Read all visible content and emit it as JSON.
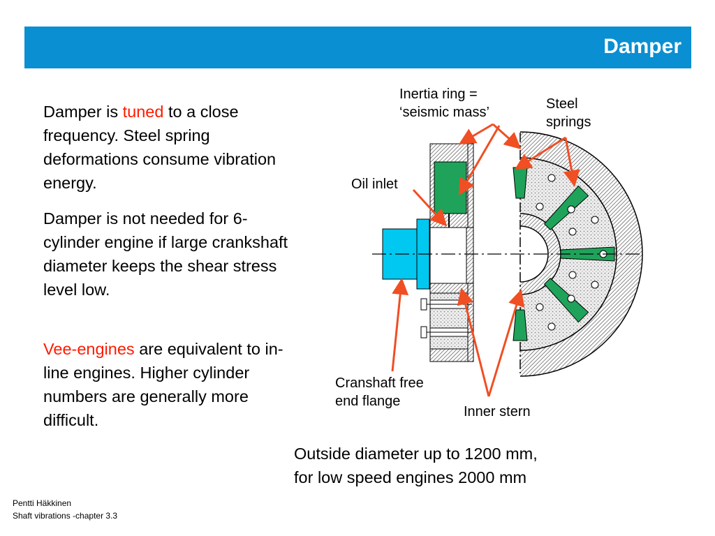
{
  "header": {
    "title": "Damper"
  },
  "body": {
    "p1": {
      "before": "Damper is ",
      "highlight": "tuned",
      "after": " to a close frequency. Steel spring deformations consume vibration energy."
    },
    "p2": "Damper is not needed for 6-cylinder engine if large crankshaft diameter keeps the shear stress level low.",
    "p3": {
      "highlight": "Vee-engines",
      "after": " are equivalent to in-line engines. Higher cylinder numbers are generally more difficult."
    }
  },
  "diagram": {
    "labels": {
      "inertia_ring_line1": "Inertia ring =",
      "inertia_ring_line2": "‘seismic mass’",
      "steel_springs_line1": "Steel",
      "steel_springs_line2": "springs",
      "oil_inlet": "Oil inlet",
      "crankshaft_line1": "Cranshaft free",
      "crankshaft_line2": "end flange",
      "inner_stern": "Inner stern"
    },
    "caption_line1": "Outside diameter up to 1200 mm,",
    "caption_line2": "for low speed engines 2000 mm"
  },
  "footer": {
    "author": "Pentti Häkkinen",
    "course": "Shaft vibrations  -chapter 3.3"
  },
  "colors": {
    "banner": "#0a8fd2",
    "accent_red": "#ff1a00",
    "arrow": "#f04e23",
    "shaft_cyan": "#00c8f0",
    "green": "#1fa35a"
  }
}
